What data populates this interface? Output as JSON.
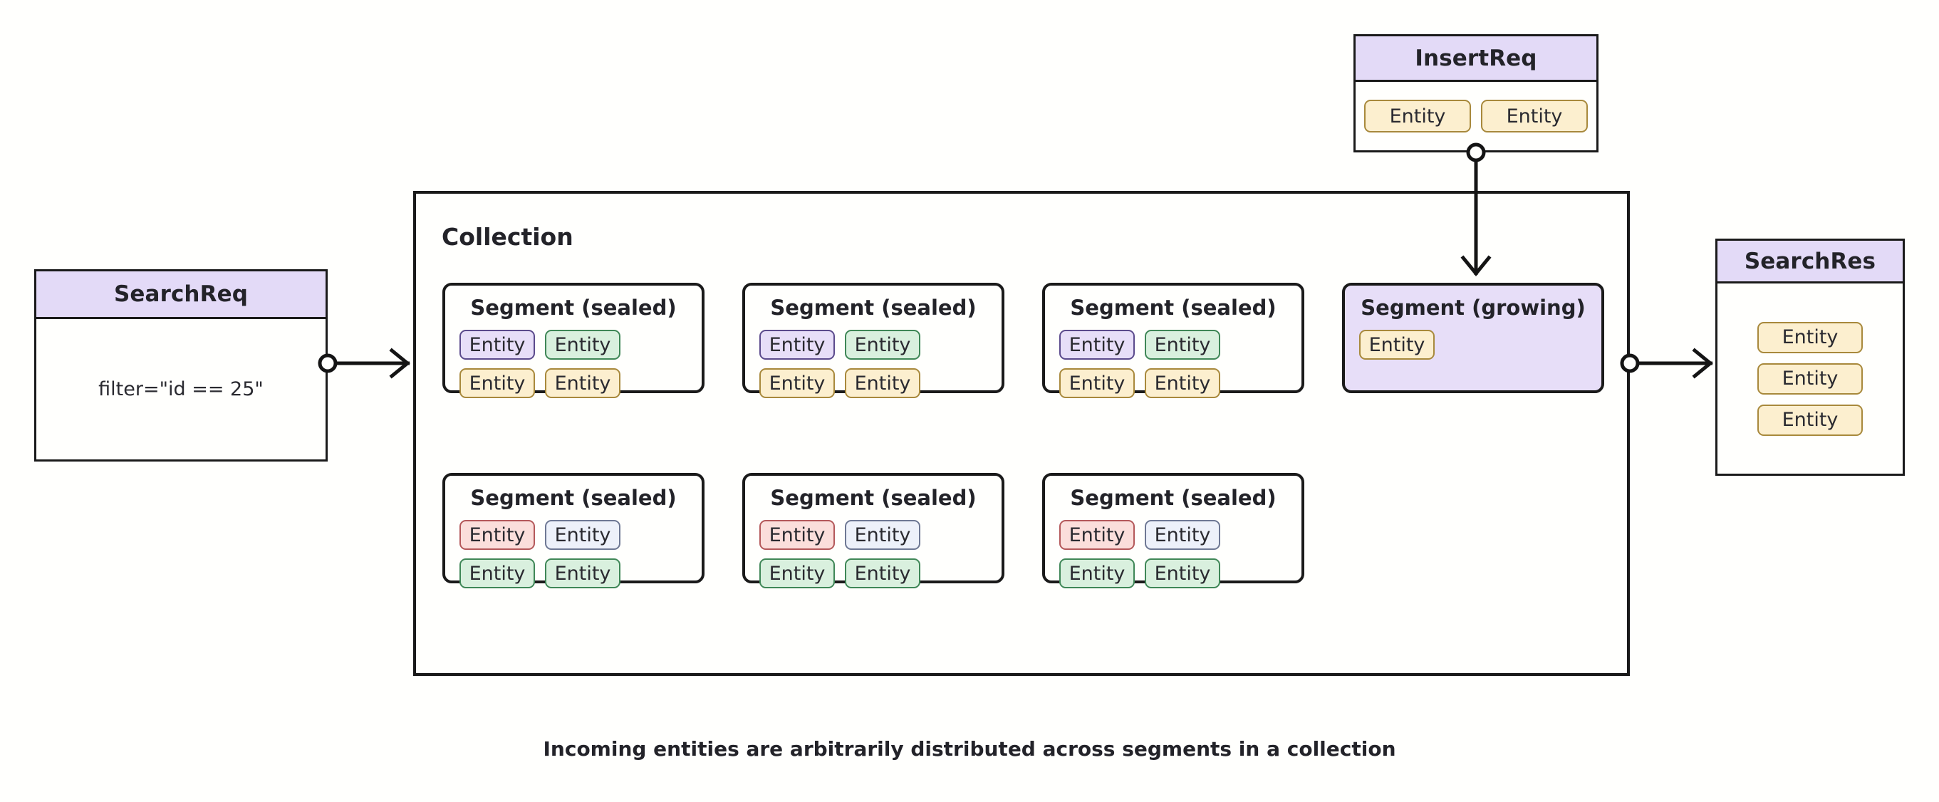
{
  "caption": "Incoming entities are arbitrarily distributed across segments in a collection",
  "colors": {
    "background": "#FFFFFD",
    "header_lavender": "#E3DAF7",
    "outline": "#1A1A1A",
    "entity_yellow": "#FCEFCF",
    "entity_purple": "#E7DEF8",
    "entity_green": "#D9F0DE",
    "entity_pink": "#FBDEDB",
    "entity_blue": "#EDF1FA"
  },
  "search_request": {
    "title": "SearchReq",
    "filter": "filter=\"id == 25\""
  },
  "insert_request": {
    "title": "InsertReq",
    "entities": [
      {
        "label": "Entity",
        "color": "yellow"
      },
      {
        "label": "Entity",
        "color": "yellow"
      }
    ]
  },
  "search_response": {
    "title": "SearchRes",
    "entities": [
      {
        "label": "Entity",
        "color": "yellow"
      },
      {
        "label": "Entity",
        "color": "yellow"
      },
      {
        "label": "Entity",
        "color": "yellow"
      }
    ]
  },
  "collection": {
    "title": "Collection",
    "segments": [
      {
        "title": "Segment (sealed)",
        "state": "sealed",
        "entities": [
          {
            "label": "Entity",
            "color": "purple"
          },
          {
            "label": "Entity",
            "color": "green"
          },
          {
            "label": "Entity",
            "color": "yellow"
          },
          {
            "label": "Entity",
            "color": "yellow"
          }
        ]
      },
      {
        "title": "Segment (sealed)",
        "state": "sealed",
        "entities": [
          {
            "label": "Entity",
            "color": "purple"
          },
          {
            "label": "Entity",
            "color": "green"
          },
          {
            "label": "Entity",
            "color": "yellow"
          },
          {
            "label": "Entity",
            "color": "yellow"
          }
        ]
      },
      {
        "title": "Segment (sealed)",
        "state": "sealed",
        "entities": [
          {
            "label": "Entity",
            "color": "purple"
          },
          {
            "label": "Entity",
            "color": "green"
          },
          {
            "label": "Entity",
            "color": "yellow"
          },
          {
            "label": "Entity",
            "color": "yellow"
          }
        ]
      },
      {
        "title": "Segment (growing)",
        "state": "growing",
        "entities": [
          {
            "label": "Entity",
            "color": "yellow"
          }
        ]
      },
      {
        "title": "Segment (sealed)",
        "state": "sealed",
        "entities": [
          {
            "label": "Entity",
            "color": "pink"
          },
          {
            "label": "Entity",
            "color": "blue"
          },
          {
            "label": "Entity",
            "color": "green"
          },
          {
            "label": "Entity",
            "color": "green"
          }
        ]
      },
      {
        "title": "Segment (sealed)",
        "state": "sealed",
        "entities": [
          {
            "label": "Entity",
            "color": "pink"
          },
          {
            "label": "Entity",
            "color": "blue"
          },
          {
            "label": "Entity",
            "color": "green"
          },
          {
            "label": "Entity",
            "color": "green"
          }
        ]
      },
      {
        "title": "Segment (sealed)",
        "state": "sealed",
        "entities": [
          {
            "label": "Entity",
            "color": "pink"
          },
          {
            "label": "Entity",
            "color": "blue"
          },
          {
            "label": "Entity",
            "color": "green"
          },
          {
            "label": "Entity",
            "color": "green"
          }
        ]
      }
    ]
  }
}
